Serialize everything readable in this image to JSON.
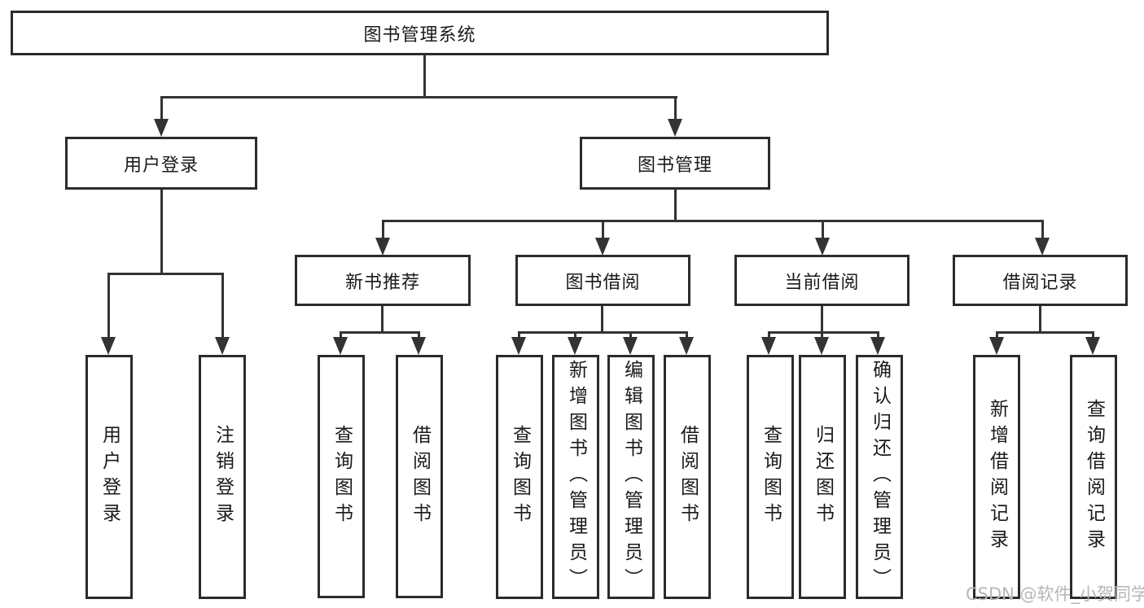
{
  "diagram": {
    "root_label": "图书管理系统",
    "level2": [
      {
        "label": "用户登录"
      },
      {
        "label": "图书管理"
      }
    ],
    "level3": [
      {
        "label": "新书推荐"
      },
      {
        "label": "图书借阅"
      },
      {
        "label": "当前借阅"
      },
      {
        "label": "借阅记录"
      }
    ],
    "leaves": {
      "user_login": [
        {
          "label": "用户登录"
        },
        {
          "label": "注销登录"
        }
      ],
      "new_book_recommend": [
        {
          "label": "查询图书"
        },
        {
          "label": "借阅图书"
        }
      ],
      "book_borrow": [
        {
          "label": "查询图书"
        },
        {
          "label": "新增图书（管理员）"
        },
        {
          "label": "编辑图书（管理员）"
        },
        {
          "label": "借阅图书"
        }
      ],
      "current_borrow": [
        {
          "label": "查询图书"
        },
        {
          "label": "归还图书"
        },
        {
          "label": "确认归还（管理员）"
        }
      ],
      "borrow_record": [
        {
          "label": "新增借阅记录"
        },
        {
          "label": "查询借阅记录"
        }
      ]
    }
  },
  "watermark": {
    "text": "CSDN @软件_小贺同学"
  },
  "colors": {
    "background": "#ffffff",
    "line": "#333333",
    "border": "#2b2b2b",
    "text": "#1a1a1a",
    "watermark": "#b6b6b6"
  }
}
